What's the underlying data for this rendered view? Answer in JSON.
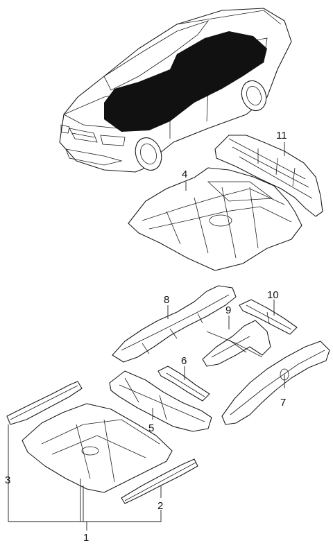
{
  "callouts": [
    "1",
    "2",
    "3",
    "4",
    "5",
    "6",
    "7",
    "8",
    "9",
    "10",
    "11"
  ],
  "colors": {
    "line": "#1a1a1a",
    "highlight": "#111111",
    "background": "#ffffff"
  }
}
